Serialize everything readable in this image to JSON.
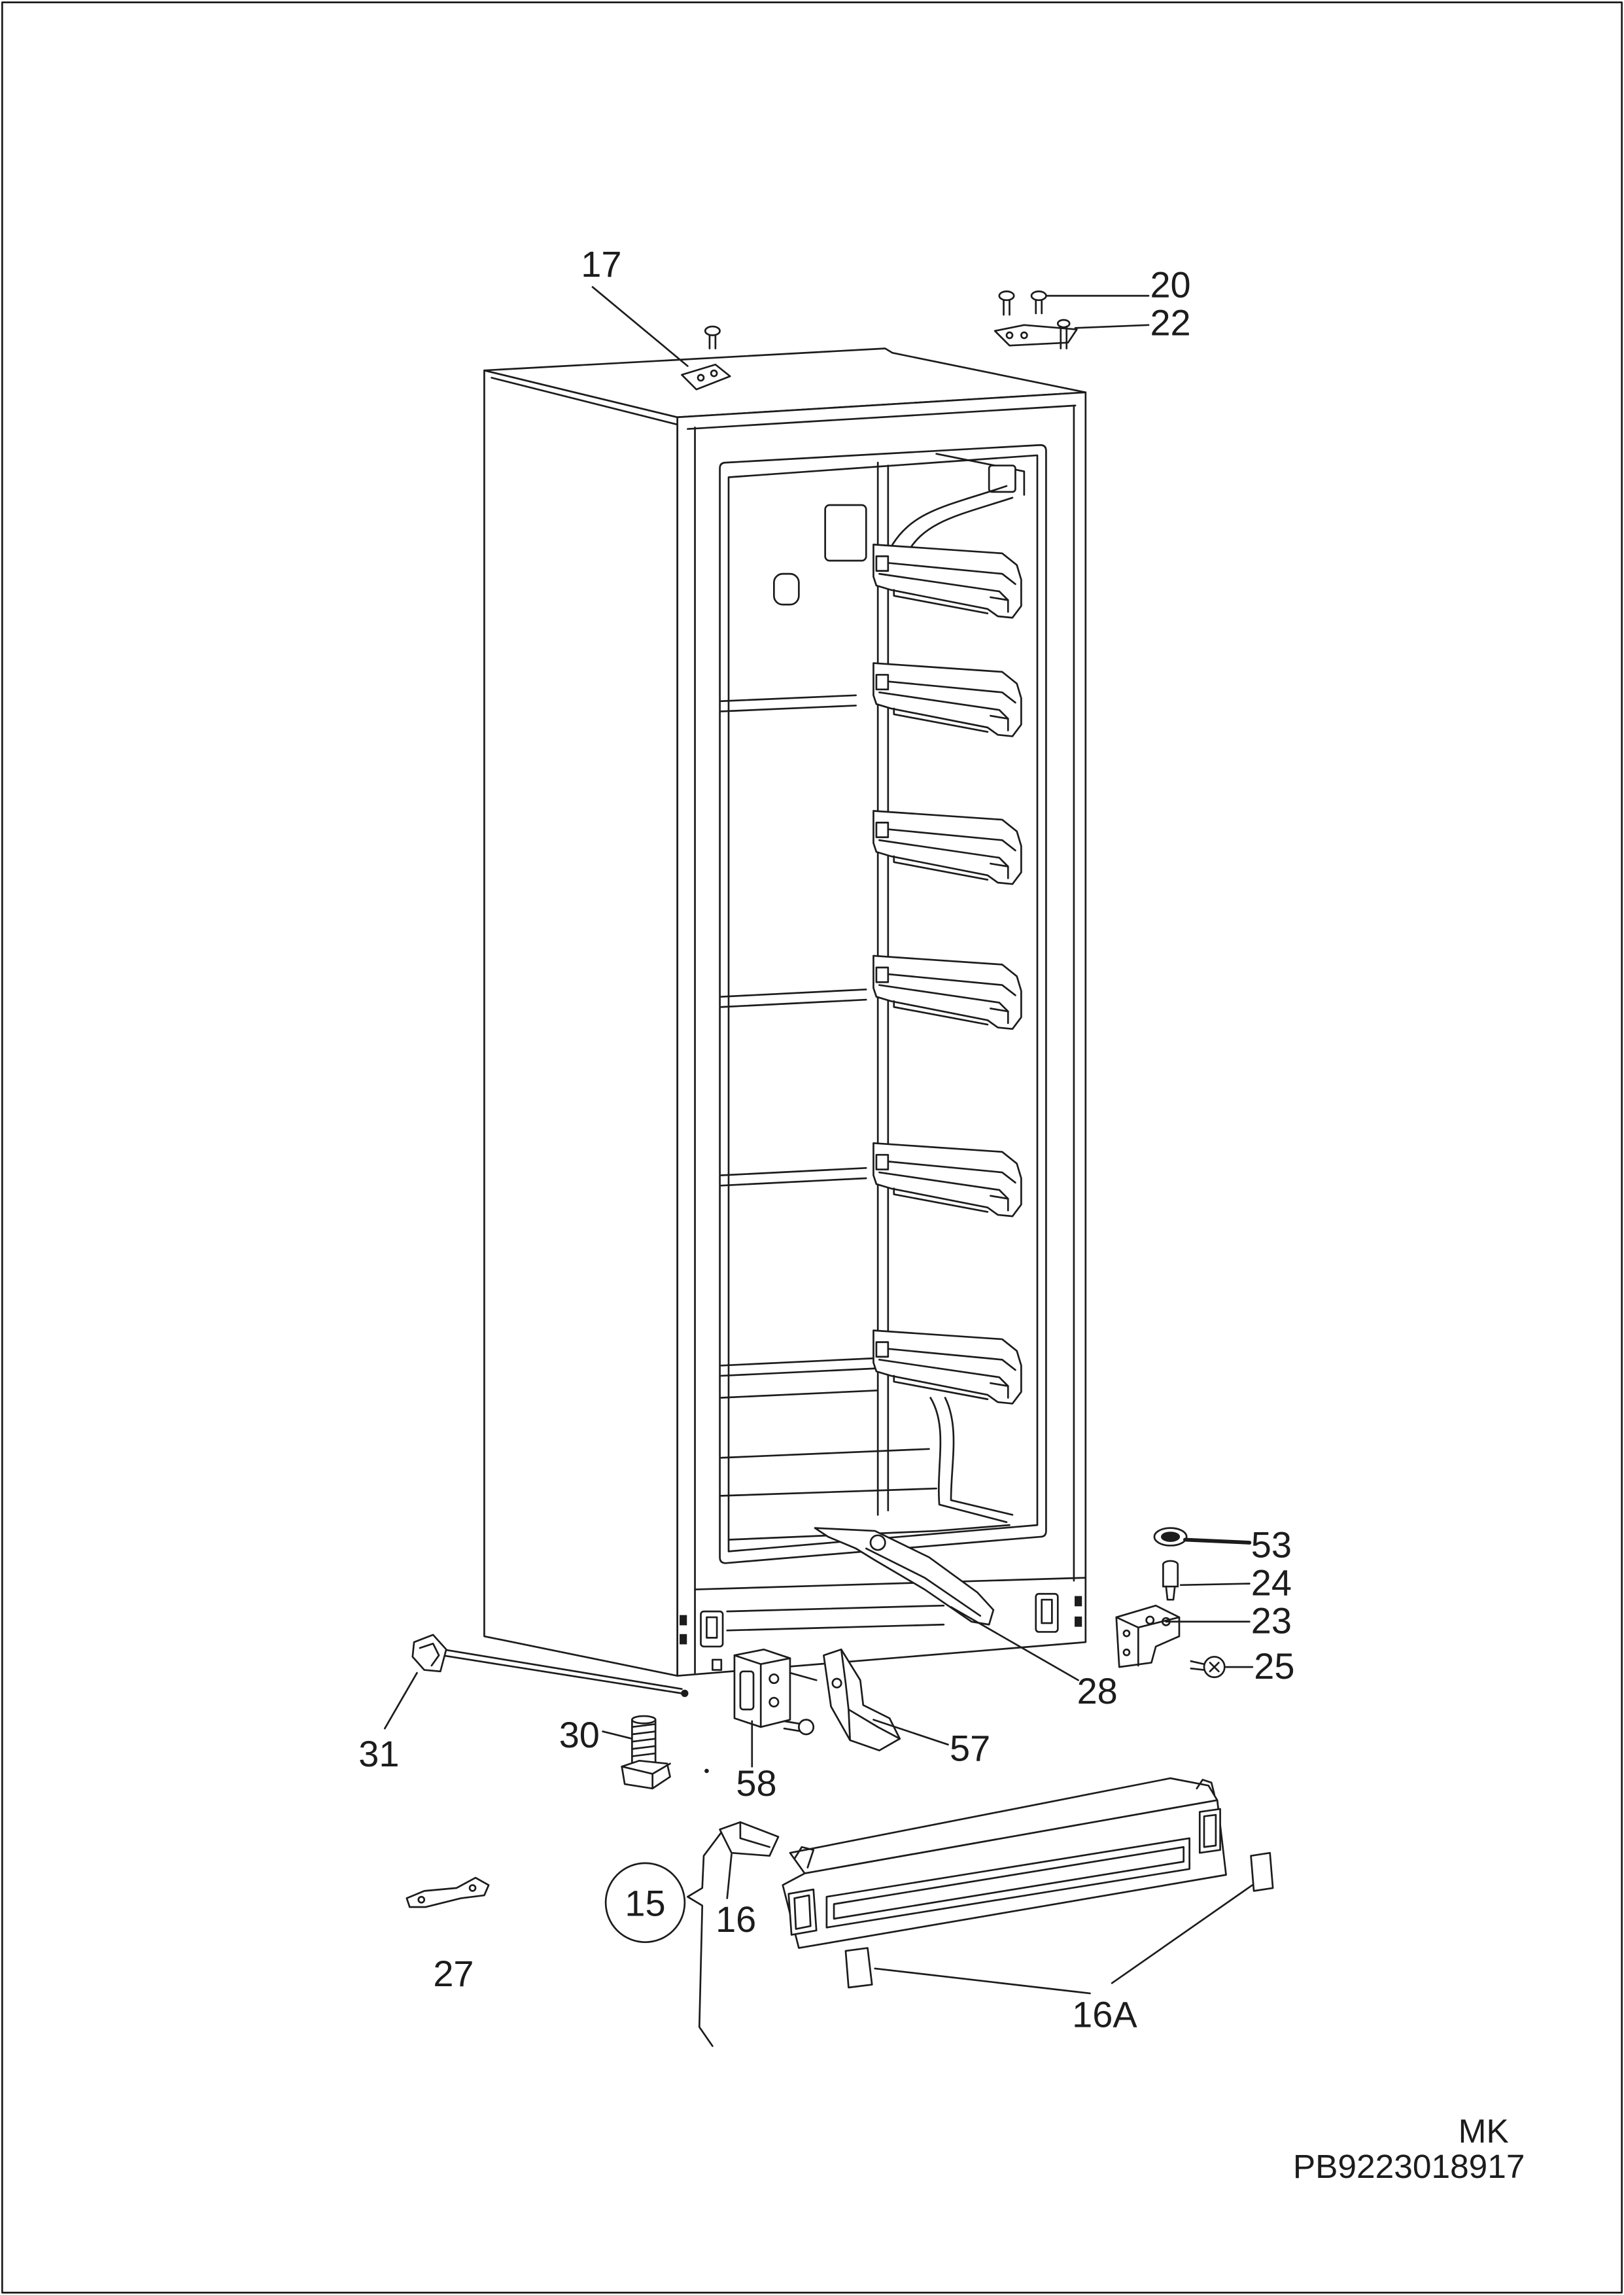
{
  "colors": {
    "ink": "#1c1c1c",
    "paper": "#ffffff"
  },
  "callouts": {
    "p17": "17",
    "p20": "20",
    "p22": "22",
    "p53": "53",
    "p24": "24",
    "p23": "23",
    "p25": "25",
    "p28": "28",
    "p31": "31",
    "p30": "30",
    "p58": "58",
    "p57": "57",
    "p15": "15",
    "p16": "16",
    "p16a": "16A",
    "p27": "27"
  },
  "footer": {
    "model_code": "MK",
    "document_number": "PB9223018917"
  }
}
